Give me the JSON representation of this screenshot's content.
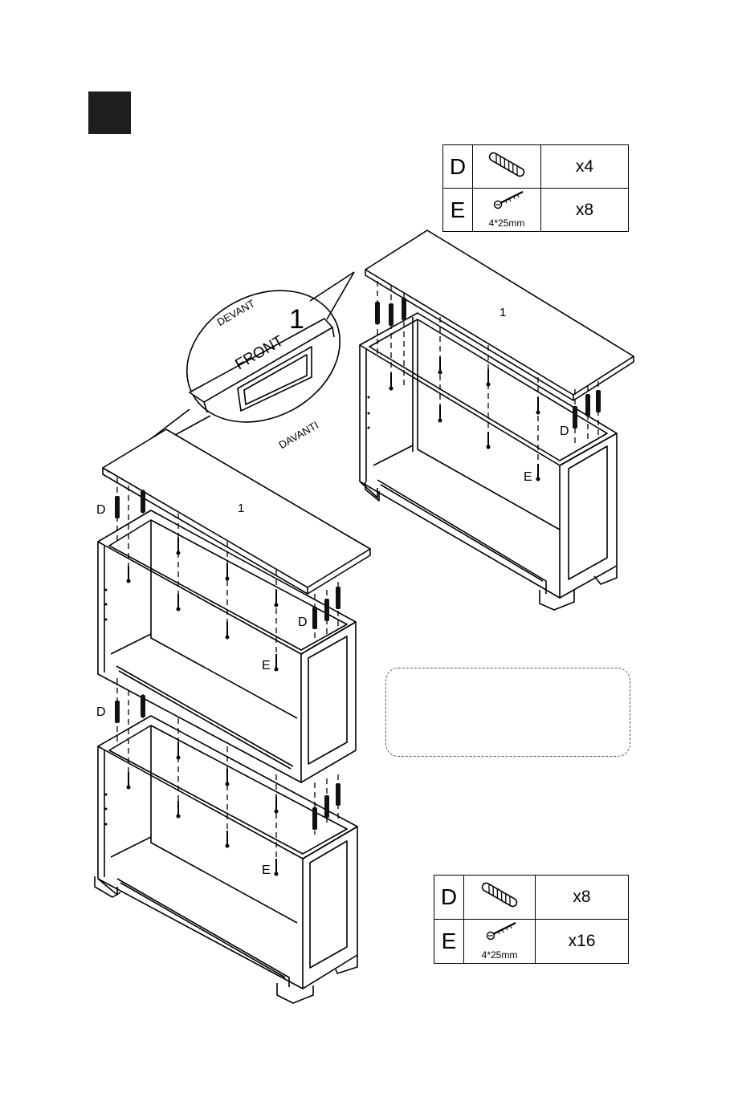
{
  "hardware_top": [
    {
      "letter": "D",
      "icon": "wood-dowel-icon",
      "size": "",
      "qty": "x4"
    },
    {
      "letter": "E",
      "icon": "screw-icon",
      "size": "4*25mm",
      "qty": "x8"
    }
  ],
  "hardware_bottom": [
    {
      "letter": "D",
      "icon": "wood-dowel-icon",
      "size": "",
      "qty": "x8"
    },
    {
      "letter": "E",
      "icon": "screw-icon",
      "size": "4*25mm",
      "qty": "x16"
    }
  ],
  "callout": {
    "part_number": "1",
    "fr": "DEVANT",
    "en": "FRONT"
  },
  "labels": {
    "davanti": "DAVANTI",
    "part_top_right": "1",
    "part_left": "1",
    "d": "D",
    "e": "E"
  }
}
